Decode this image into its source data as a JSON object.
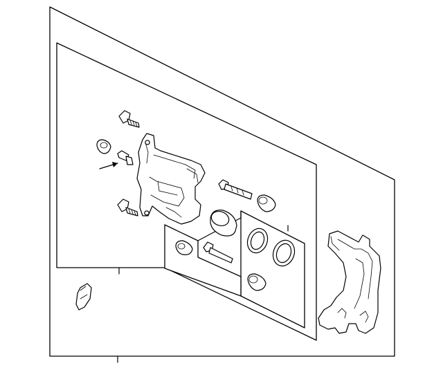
{
  "diagram": {
    "type": "exploded-parts-view",
    "parts": [
      "caliper-housing",
      "guide-bolt-upper",
      "guide-bolt-lower",
      "bleeder-cap",
      "bleeder-screw",
      "arrow-pointer",
      "guide-pin",
      "pin-boot-upper",
      "pin-boot-lower",
      "piston",
      "piston-seal",
      "dust-boot",
      "pin-kit-bushing",
      "pin-kit-pin",
      "caliper-bracket",
      "shim-pad"
    ]
  }
}
